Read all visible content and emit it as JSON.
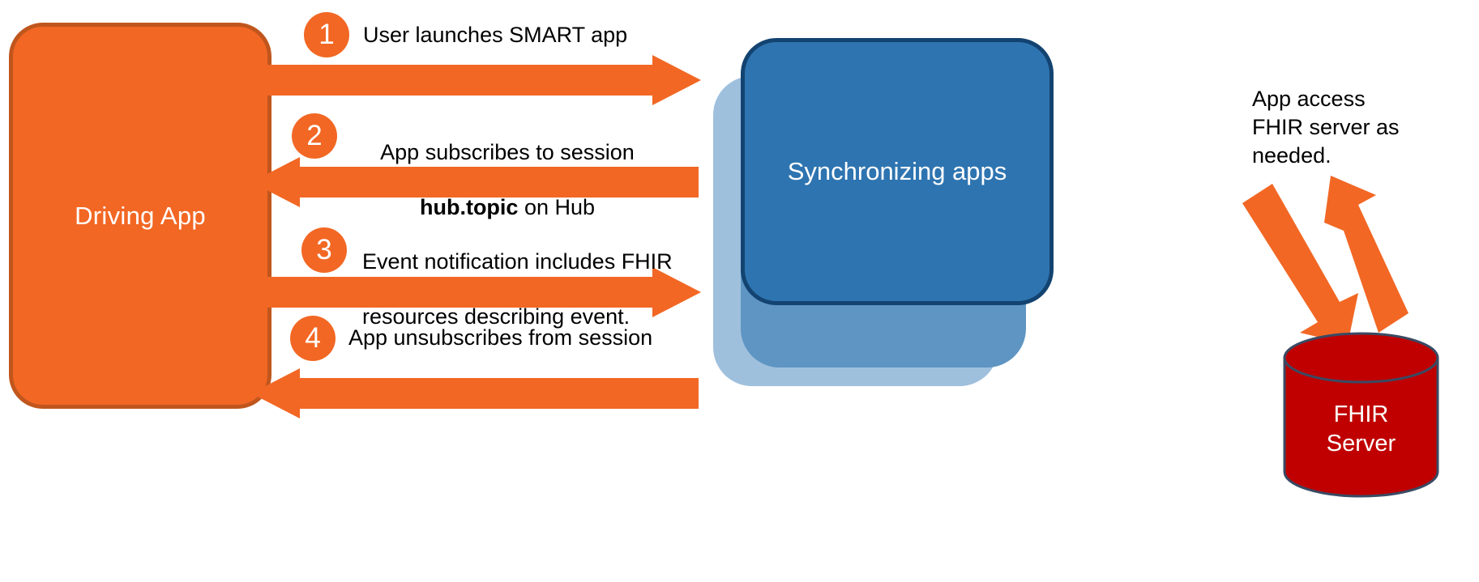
{
  "diagram": {
    "title": "FHIRcast SMART app session flow",
    "colors": {
      "orange": "#F26724",
      "orange_border": "#C0561D",
      "blue_front": "#2E74B0",
      "blue_mid": "#5E95C2",
      "blue_back": "#9FC0DD",
      "blue_border": "#134370",
      "red": "#C00000",
      "red_border": "#3A4A63",
      "text": "#000000",
      "white": "#FFFFFF"
    }
  },
  "driving_app": {
    "label": "Driving App"
  },
  "sync_apps": {
    "label": "Synchronizing apps",
    "card_count": 3
  },
  "steps": [
    {
      "number": "1",
      "text": "User launches SMART app",
      "direction": "right",
      "bold_part": ""
    },
    {
      "number": "2",
      "line1": "App subscribes to session",
      "bold_part": "hub.topic",
      "line2_suffix": " on Hub",
      "direction": "left"
    },
    {
      "number": "3",
      "line1": "Event notification includes FHIR",
      "line2": "resources describing event.",
      "direction": "right",
      "bold_part": ""
    },
    {
      "number": "4",
      "text": "App unsubscribes from session",
      "direction": "left",
      "bold_part": ""
    }
  ],
  "fhir_note": {
    "text": "App access\nFHIR server as\nneeded."
  },
  "fhir_server": {
    "label": "FHIR\nServer"
  },
  "diagonal_arrows": [
    {
      "name": "down-right-arrow",
      "direction": "down-right"
    },
    {
      "name": "up-left-arrow",
      "direction": "up-left"
    }
  ]
}
